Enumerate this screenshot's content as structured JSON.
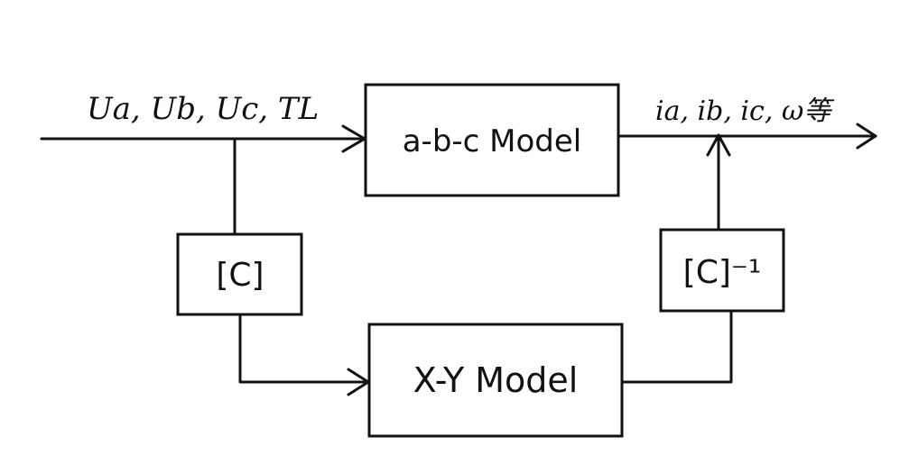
{
  "diagram": {
    "input_label": "Ua, Ub, Uc, TL",
    "output_label": "ia, ib, ic, ω等",
    "blocks": {
      "abc_model": "a-b-c  Model",
      "xy_model": "X-Y Model",
      "transform": "[C]",
      "inverse_transform": "[C]⁻¹"
    }
  }
}
